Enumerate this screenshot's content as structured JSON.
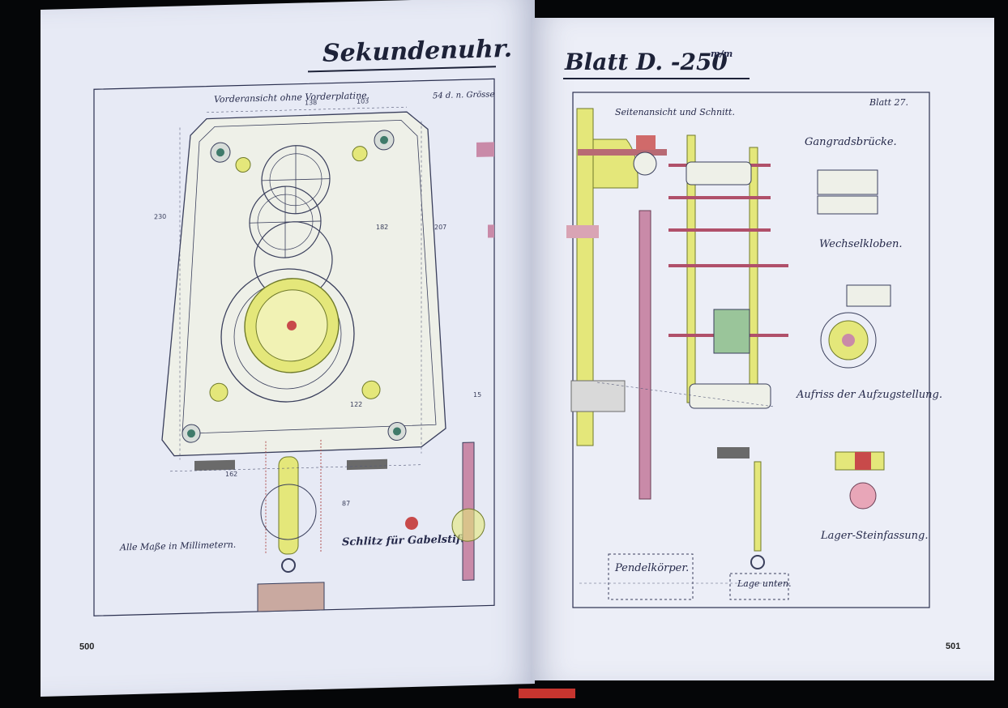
{
  "left_page": {
    "title": "Sekundenuhr.",
    "view_label": "Vorderansicht ohne Vorderplatine.",
    "scale_note": "54 d. n. Grösse",
    "units_note": "Alle Maße in Millimetern.",
    "slot_label": "Schlitz für Gabelstift.",
    "page_number": "500",
    "dimensions": [
      "138",
      "103",
      "230",
      "182",
      "207",
      "122",
      "162",
      "87",
      "15"
    ]
  },
  "right_page": {
    "title": "Blatt D. -250",
    "title_unit": "m/m",
    "sheet_label": "Blatt 27.",
    "view_label": "Seitenansicht und Schnitt.",
    "label_gangrad": "Gangradsbrücke.",
    "label_wechsel": "Wechselkloben.",
    "label_aufriss": "Aufriss der Aufzugstellung.",
    "label_lager": "Lager-Steinfassung.",
    "label_pendel": "Pendelkörper.",
    "label_lage": "Lage unten.",
    "page_number": "501"
  },
  "colors": {
    "page": "#e9ecf6",
    "ink": "#1d2238",
    "yellow_part": "#e4e77a",
    "pink_part": "#c98aa8",
    "red_edge": "#c7352f"
  }
}
